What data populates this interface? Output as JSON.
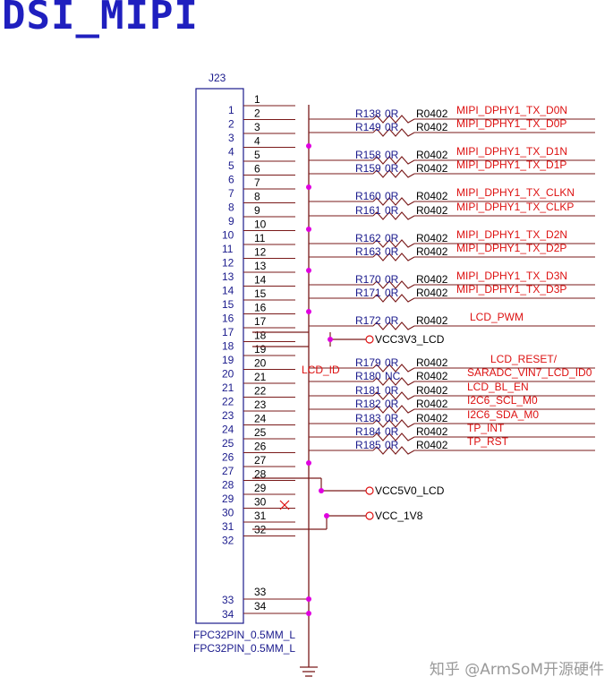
{
  "title": "DSI_MIPI",
  "watermark": "知乎 @ArmSoM开源硬件",
  "connector": {
    "refdes": "J23",
    "footprint": "FPC32PIN_0.5MM_L",
    "footprint2": "FPC32PIN_0.5MM_L"
  },
  "outer_pins": [
    "1",
    "2",
    "3",
    "4",
    "5",
    "6",
    "7",
    "8",
    "9",
    "10",
    "11",
    "12",
    "13",
    "14",
    "15",
    "16",
    "17",
    "18",
    "19",
    "20",
    "21",
    "22",
    "23",
    "24",
    "25",
    "26",
    "27",
    "28",
    "29",
    "30",
    "31",
    "32"
  ],
  "inner_pins": [
    "1",
    "2",
    "3",
    "4",
    "5",
    "6",
    "7",
    "8",
    "9",
    "10",
    "11",
    "12",
    "13",
    "14",
    "15",
    "16",
    "17",
    "18",
    "19",
    "20",
    "21",
    "22",
    "23",
    "24",
    "25",
    "26",
    "27",
    "28",
    "29",
    "30",
    "31",
    "32"
  ],
  "bottom_pins": [
    "33",
    "34"
  ],
  "resistors": [
    {
      "ref": "R138",
      "val": "0R",
      "pkg": "R0402",
      "net": "MIPI_DPHY1_TX_D0N"
    },
    {
      "ref": "R149",
      "val": "0R",
      "pkg": "R0402",
      "net": "MIPI_DPHY1_TX_D0P"
    },
    {
      "ref": "R158",
      "val": "0R",
      "pkg": "R0402",
      "net": "MIPI_DPHY1_TX_D1N"
    },
    {
      "ref": "R159",
      "val": "0R",
      "pkg": "R0402",
      "net": "MIPI_DPHY1_TX_D1P"
    },
    {
      "ref": "R160",
      "val": "0R",
      "pkg": "R0402",
      "net": "MIPI_DPHY1_TX_CLKN"
    },
    {
      "ref": "R161",
      "val": "0R",
      "pkg": "R0402",
      "net": "MIPI_DPHY1_TX_CLKP"
    },
    {
      "ref": "R162",
      "val": "0R",
      "pkg": "R0402",
      "net": "MIPI_DPHY1_TX_D2N"
    },
    {
      "ref": "R163",
      "val": "0R",
      "pkg": "R0402",
      "net": "MIPI_DPHY1_TX_D2P"
    },
    {
      "ref": "R170",
      "val": "0R",
      "pkg": "R0402",
      "net": "MIPI_DPHY1_TX_D3N"
    },
    {
      "ref": "R171",
      "val": "0R",
      "pkg": "R0402",
      "net": "MIPI_DPHY1_TX_D3P"
    },
    {
      "ref": "R172",
      "val": "0R",
      "pkg": "R0402",
      "net": "LCD_PWM"
    },
    {
      "ref": "R179",
      "val": "0R",
      "pkg": "R0402",
      "net": "LCD_RESET/"
    },
    {
      "ref": "R180",
      "val": "NC",
      "pkg": "R0402",
      "net": "SARADC_VIN7_LCD_ID0"
    },
    {
      "ref": "R181",
      "val": "0R",
      "pkg": "R0402",
      "net": "LCD_BL_EN"
    },
    {
      "ref": "R182",
      "val": "0R",
      "pkg": "R0402",
      "net": "I2C6_SCL_M0"
    },
    {
      "ref": "R183",
      "val": "0R",
      "pkg": "R0402",
      "net": "I2C6_SDA_M0"
    },
    {
      "ref": "R184",
      "val": "0R",
      "pkg": "R0402",
      "net": "TP_INT"
    },
    {
      "ref": "R185",
      "val": "0R",
      "pkg": "R0402",
      "net": "TP_RST"
    }
  ],
  "power": {
    "vcc3v3": "VCC3V3_LCD",
    "vcc5v0": "VCC5V0_LCD",
    "vcc1v8": "VCC_1V8",
    "lcd_id": "LCD_ID"
  },
  "colors": {
    "wire": "#7a1a1a",
    "net": "#d11111",
    "junction": "#e000e0",
    "body": "#1a1a8c"
  }
}
